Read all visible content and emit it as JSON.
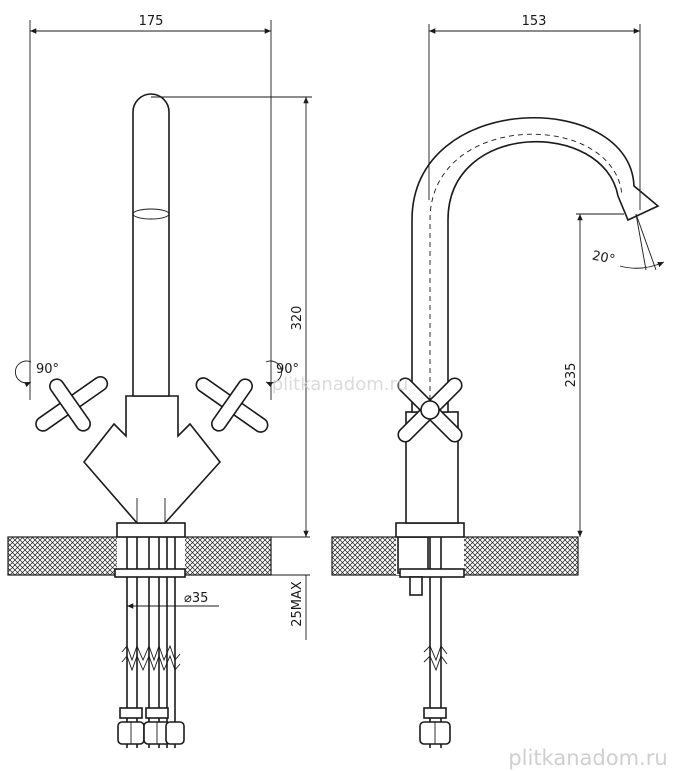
{
  "front_view": {
    "dims": {
      "width": "175",
      "height": "320",
      "rotation_left": "90°",
      "rotation_right": "90°",
      "pipe_diameter": "⌀35",
      "max_counter_thickness": "25MAX"
    }
  },
  "side_view": {
    "dims": {
      "width": "153",
      "spout_height": "235",
      "spout_angle": "20°"
    }
  },
  "watermarks": {
    "center": "plitkanadom.ru",
    "bottom": "plitkanadom.ru"
  }
}
